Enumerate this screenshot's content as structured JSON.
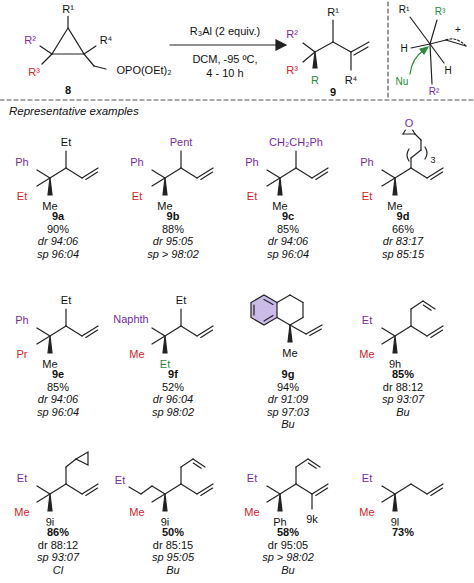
{
  "diagram": {
    "labels": [
      "R¹",
      "R²",
      "R⁴",
      "R³",
      "OPO(OEt)₂",
      "8",
      "R₃Al (2 equiv.)",
      "DCM, -95 ºC,",
      "4 - 10 h",
      "R²",
      "R¹",
      "R³",
      "R",
      "R⁴",
      "9",
      "R¹",
      "R³",
      "+",
      "H",
      "H",
      "Nu",
      "R²",
      "Representative examples",
      "Ph",
      "Et",
      "Et",
      "Me",
      "9a",
      "90%",
      "dr 94:06",
      "sp 96:04",
      "Ph",
      "Pent",
      "Et",
      "Me",
      "9b",
      "88%",
      "dr 95:05",
      "sp > 98:02",
      "Ph",
      "CH₂CH₂Ph",
      "Et",
      "Me",
      "9c",
      "85%",
      "dr 94:06",
      "sp 96:04",
      "Ph",
      "Et",
      "Me",
      "O",
      "3",
      "9d",
      "66%",
      "dr 83:17",
      "sp 85:15",
      "Ph",
      "Et",
      "Pr",
      "Me",
      "9e",
      "85%",
      "dr 94:06",
      "sp 96:04",
      "Naphth",
      "Et",
      "Me",
      "Et",
      "9f",
      "52%",
      "dr 96:04",
      "sp 98:02",
      "Me",
      "9g",
      "94%",
      "dr 91:09",
      "sp 97:03",
      "Bu",
      "Et",
      "Me",
      "9h",
      "85%",
      "dr 88:12",
      "sp 93:07",
      "Bu",
      "Et",
      "Me",
      "9i",
      "86%",
      "dr 88:12",
      "sp 93:07",
      "Cl",
      "Et",
      "Me",
      "9j",
      "50%",
      "dr 85:15",
      "sp 95:05",
      "Bu",
      "Et",
      "Me",
      "Ph",
      "9k",
      "58%",
      "dr 95:05",
      "sp > 98:02",
      "Bu",
      "Et",
      "Me",
      "9l",
      "73%"
    ]
  }
}
